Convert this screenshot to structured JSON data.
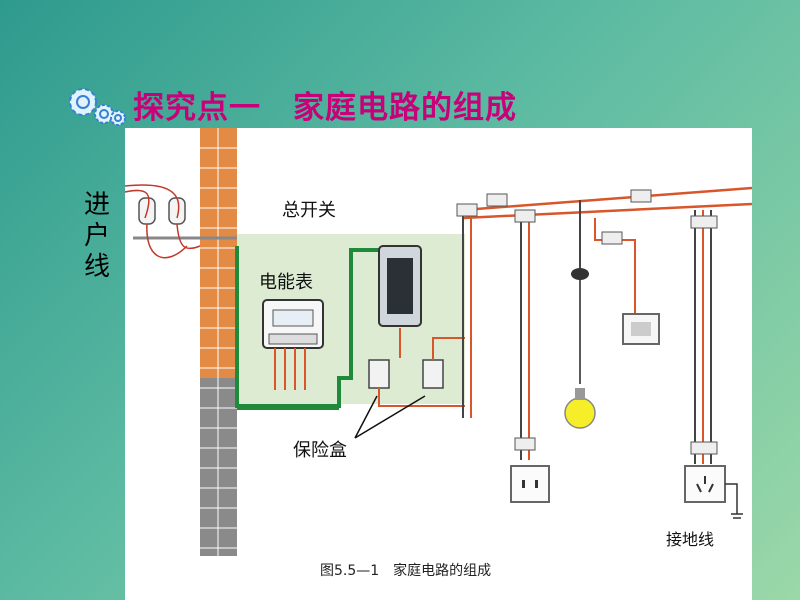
{
  "header": {
    "title": "探究点一　家庭电路的组成",
    "icon": "gears-icon",
    "title_color": "#c8007a"
  },
  "side_label": "进户线",
  "figure": {
    "labels": {
      "main_switch": "总开关",
      "meter": "电能表",
      "fuse_box": "保险盒",
      "ground_wire": "接地线"
    },
    "caption": "图5.5—1　家庭电路的组成"
  }
}
